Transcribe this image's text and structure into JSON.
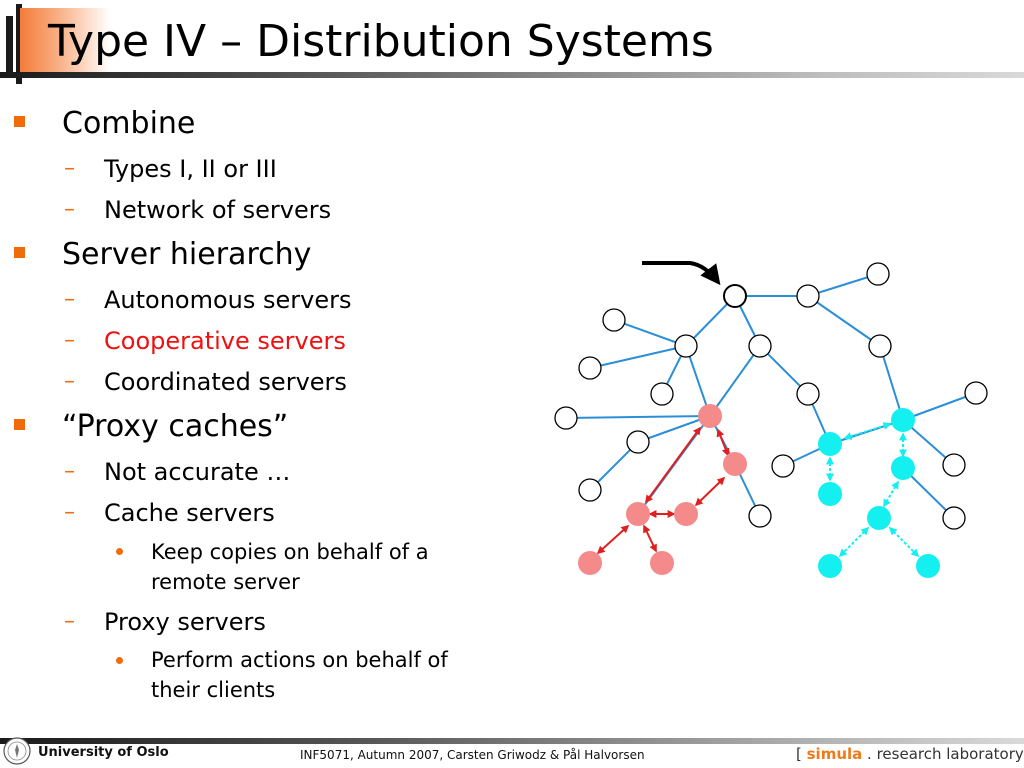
{
  "slide": {
    "title": "Type IV – Distribution Systems",
    "bullets": [
      {
        "text": "Combine",
        "sub": [
          {
            "text": "Types I, II or III"
          },
          {
            "text": "Network of servers"
          }
        ]
      },
      {
        "text": "Server hierarchy",
        "sub": [
          {
            "text": "Autonomous servers"
          },
          {
            "text": "Cooperative servers"
          },
          {
            "text": "Coordinated servers"
          }
        ]
      },
      {
        "text": "“Proxy caches”",
        "sub": [
          {
            "text": "Not accurate …"
          },
          {
            "text": "Cache servers",
            "sub": [
              {
                "text": "Keep copies on behalf of a remote server"
              }
            ]
          },
          {
            "text": "Proxy servers",
            "sub": [
              {
                "text": "Perform actions on behalf of their clients"
              }
            ]
          }
        ]
      }
    ],
    "level2_marker": "–"
  },
  "diagram": {
    "node_colors": {
      "server": "#ffffff",
      "cooperative": "#f48a8a",
      "coordinated": "#14f0f0"
    },
    "link_color": "#2b8fd8",
    "arrow_color": "#e02020"
  },
  "footer": {
    "university": "University of Oslo",
    "course": "INF5071,  Autumn 2007,  Carsten Griwodz & Pål Halvorsen",
    "lab_open": "[ ",
    "lab_simula": "simula",
    "lab_rest": " . research laboratory ]"
  },
  "colors": {
    "accent": "#f06c0b",
    "highlight": "#ee1111"
  }
}
